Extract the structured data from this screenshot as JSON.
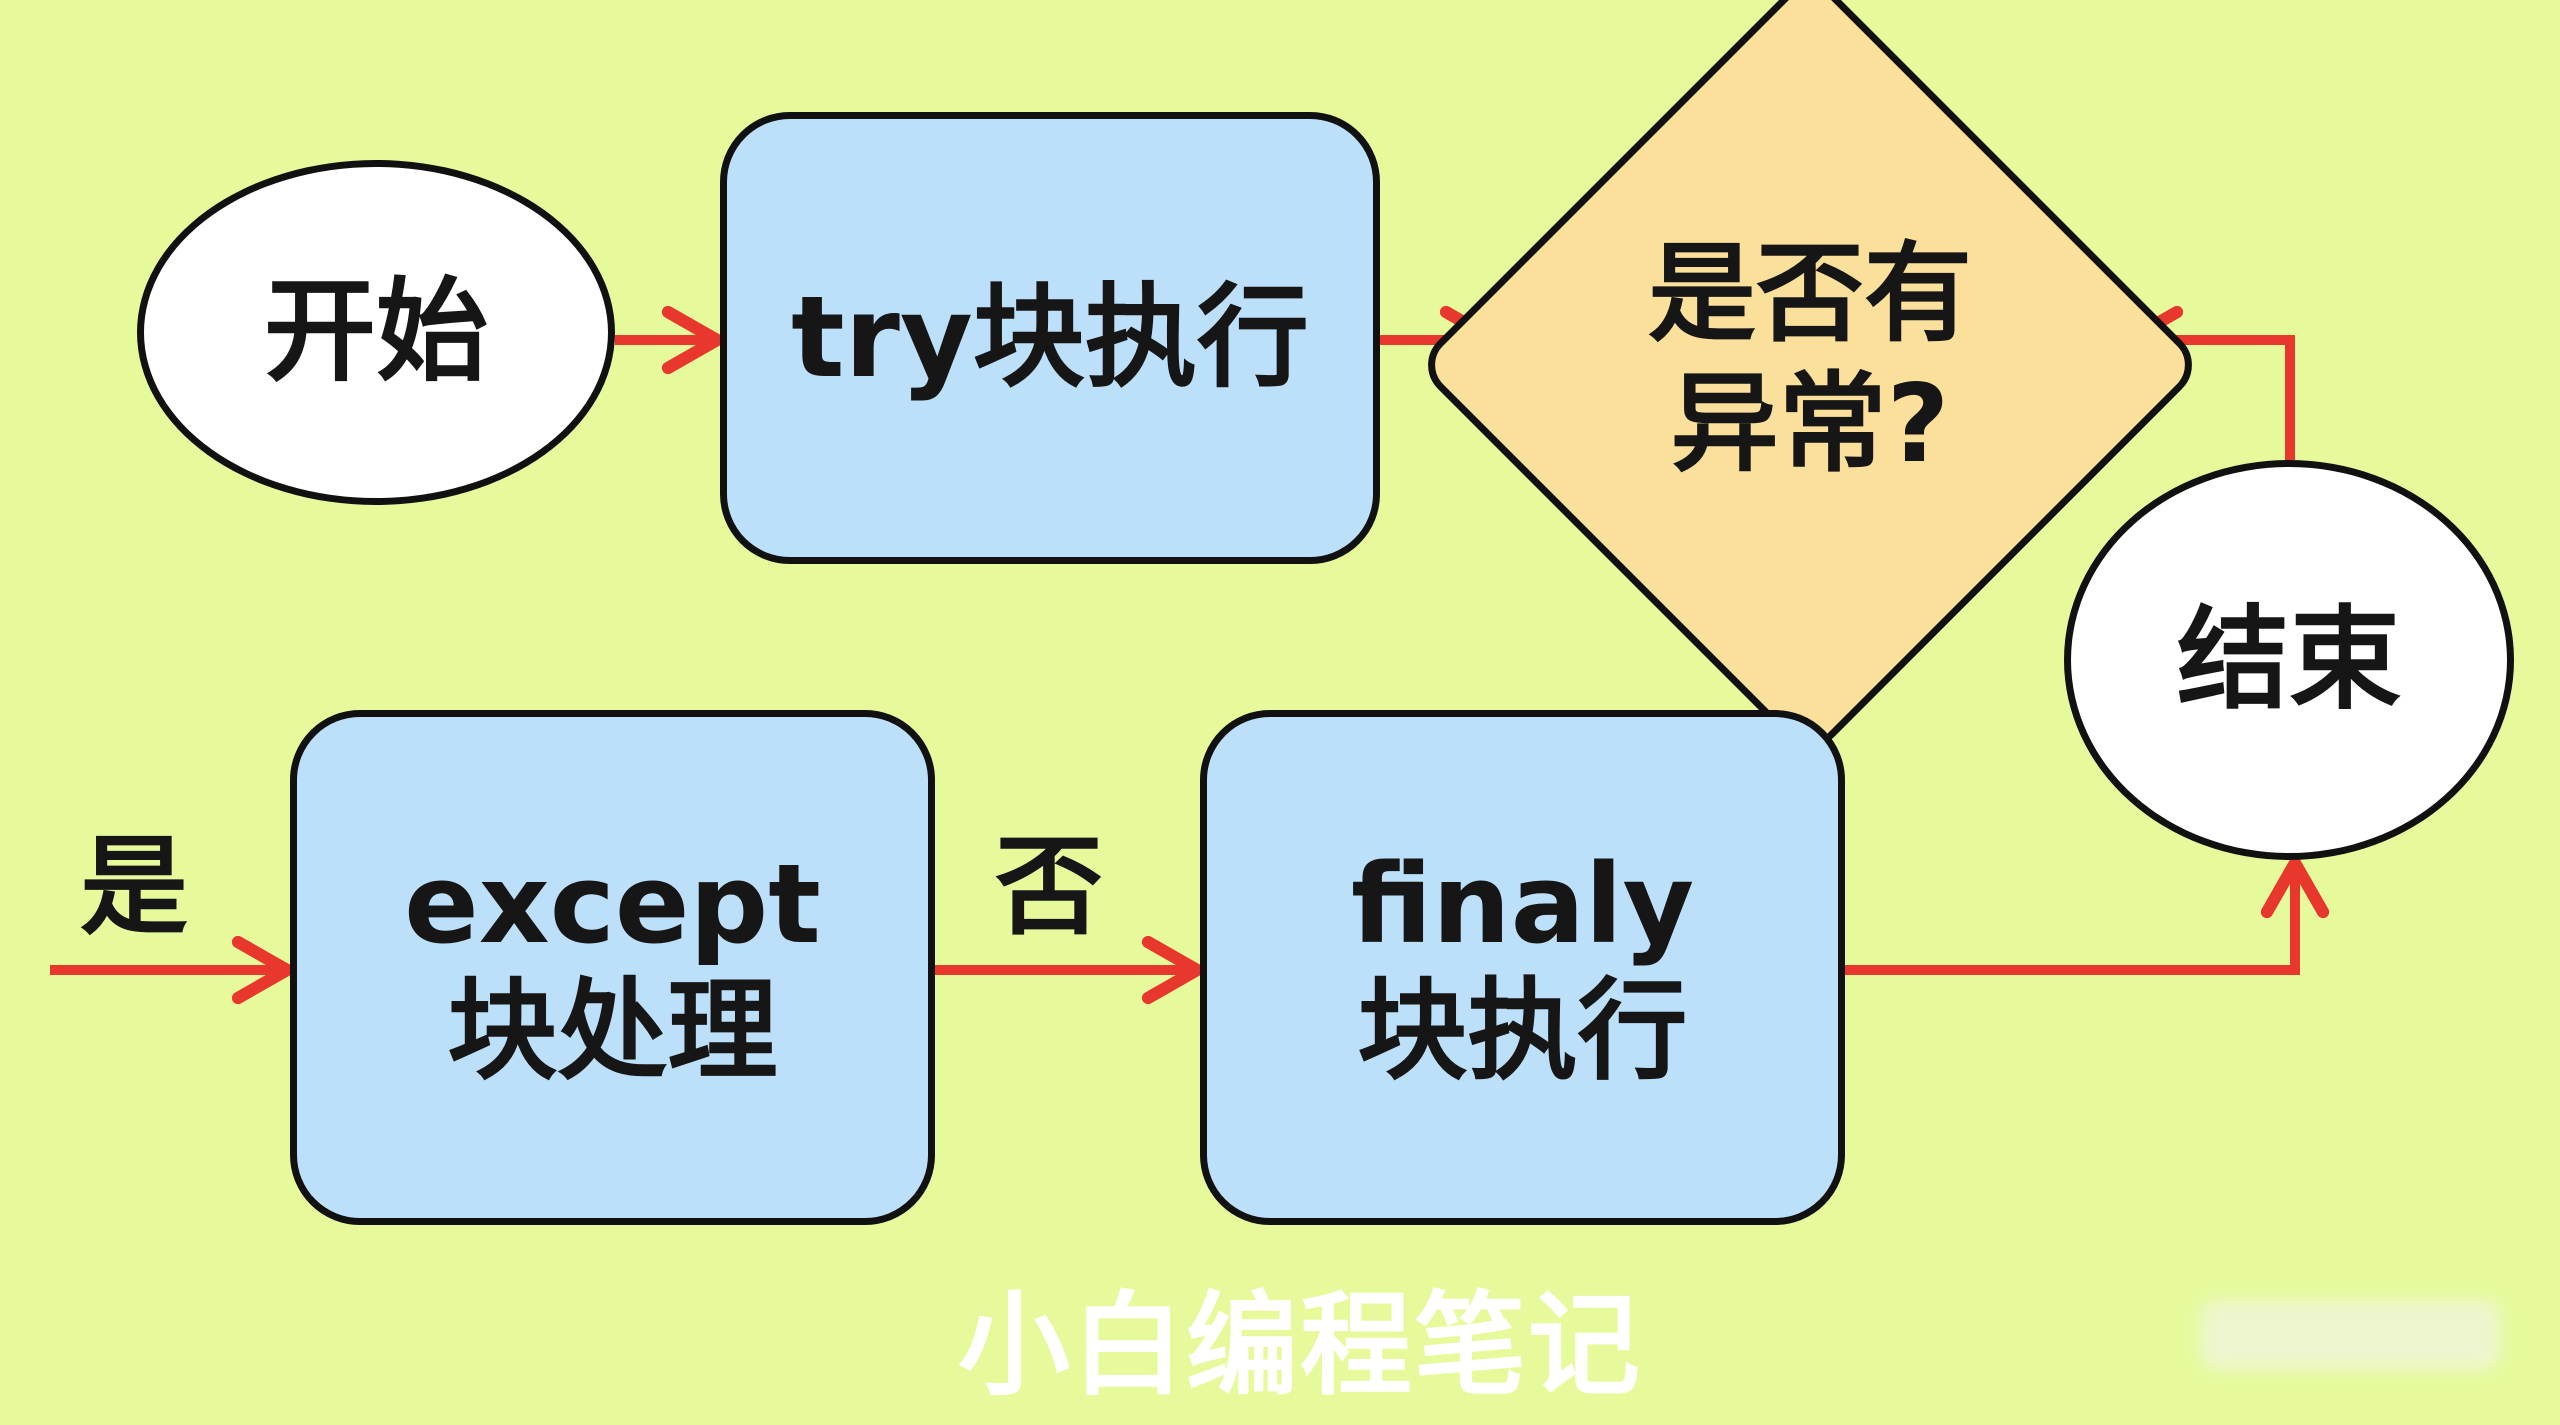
{
  "nodes": {
    "start": "开始",
    "try": "try块执行",
    "decision_line1": "是否有",
    "decision_line2": "异常?",
    "end": "结束",
    "except_line1": "except",
    "except_line2": "块处理",
    "finaly_line1": "finaly",
    "finaly_line2": "块执行"
  },
  "edge_labels": {
    "yes": "是",
    "no": "否"
  },
  "watermark": "小白编程笔记",
  "colors": {
    "background": "#e6fa9c",
    "process_fill": "#bde0fa",
    "decision_fill": "#fbe09b",
    "terminal_fill": "#ffffff",
    "arrow": "#e8372d",
    "outline": "#111111"
  }
}
